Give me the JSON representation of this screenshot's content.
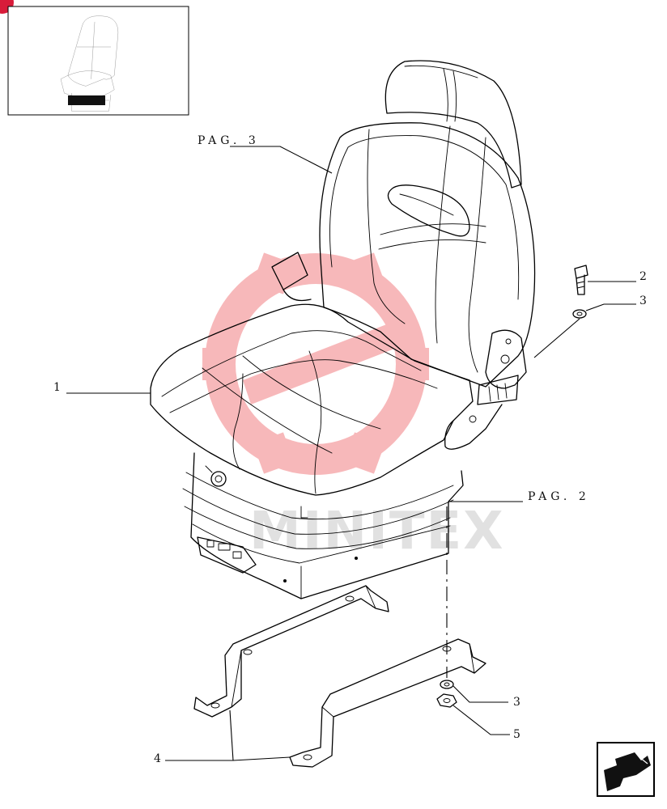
{
  "callouts": {
    "pag3": "PAG. 3",
    "pag2": "PAG. 2",
    "c1": "1",
    "c2": "2",
    "c3a": "3",
    "c3b": "3",
    "c4": "4",
    "c5": "5"
  },
  "watermark": {
    "text": "MINITEX",
    "color": "#e8262b"
  },
  "icons": {
    "corner_badge": "corner-badge-icon",
    "nav_arrow": "next-page-arrow-icon",
    "thumbnail": "seat-thumbnail-icon"
  }
}
